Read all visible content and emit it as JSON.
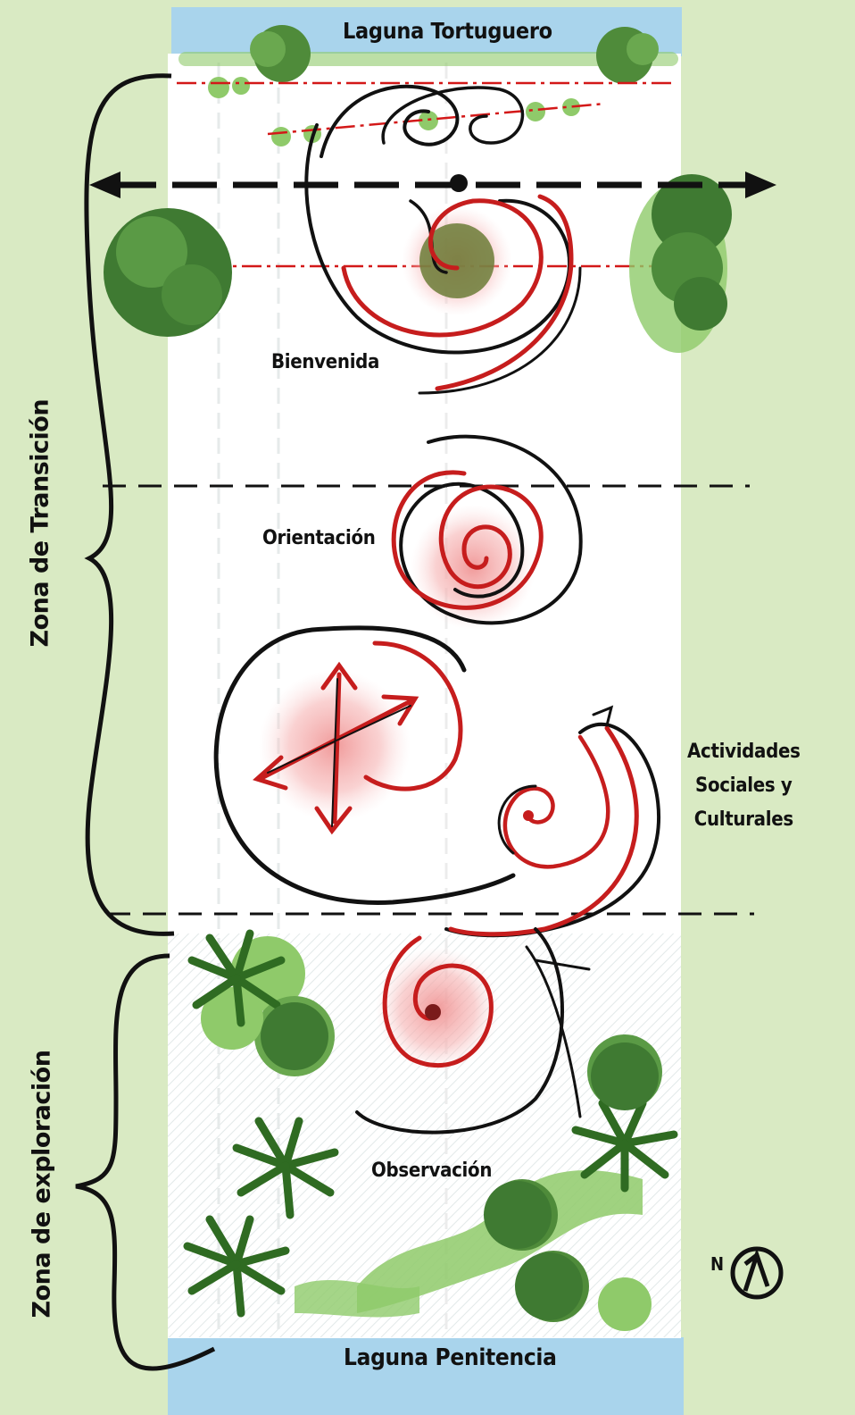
{
  "lagoons": {
    "north": "Laguna Tortuguero",
    "south": "Laguna Penitencia"
  },
  "zones": {
    "transition": "Zona de Transición",
    "exploration": "Zona de exploración"
  },
  "activities": {
    "welcome": "Bienvenida",
    "orientation": "Orientación",
    "social_line1": "Actividades",
    "social_line2": "Sociales y",
    "social_line3": "Culturales",
    "observation": "Observación"
  },
  "compass": {
    "north_label": "N"
  },
  "colors": {
    "background": "#d9eac3",
    "water": "#a9d4ec",
    "site": "#ffffff",
    "spiral": "#c61d1d",
    "sketch": "#111111",
    "tree": "#4f8b3a",
    "tree_light": "#8fca6a"
  }
}
